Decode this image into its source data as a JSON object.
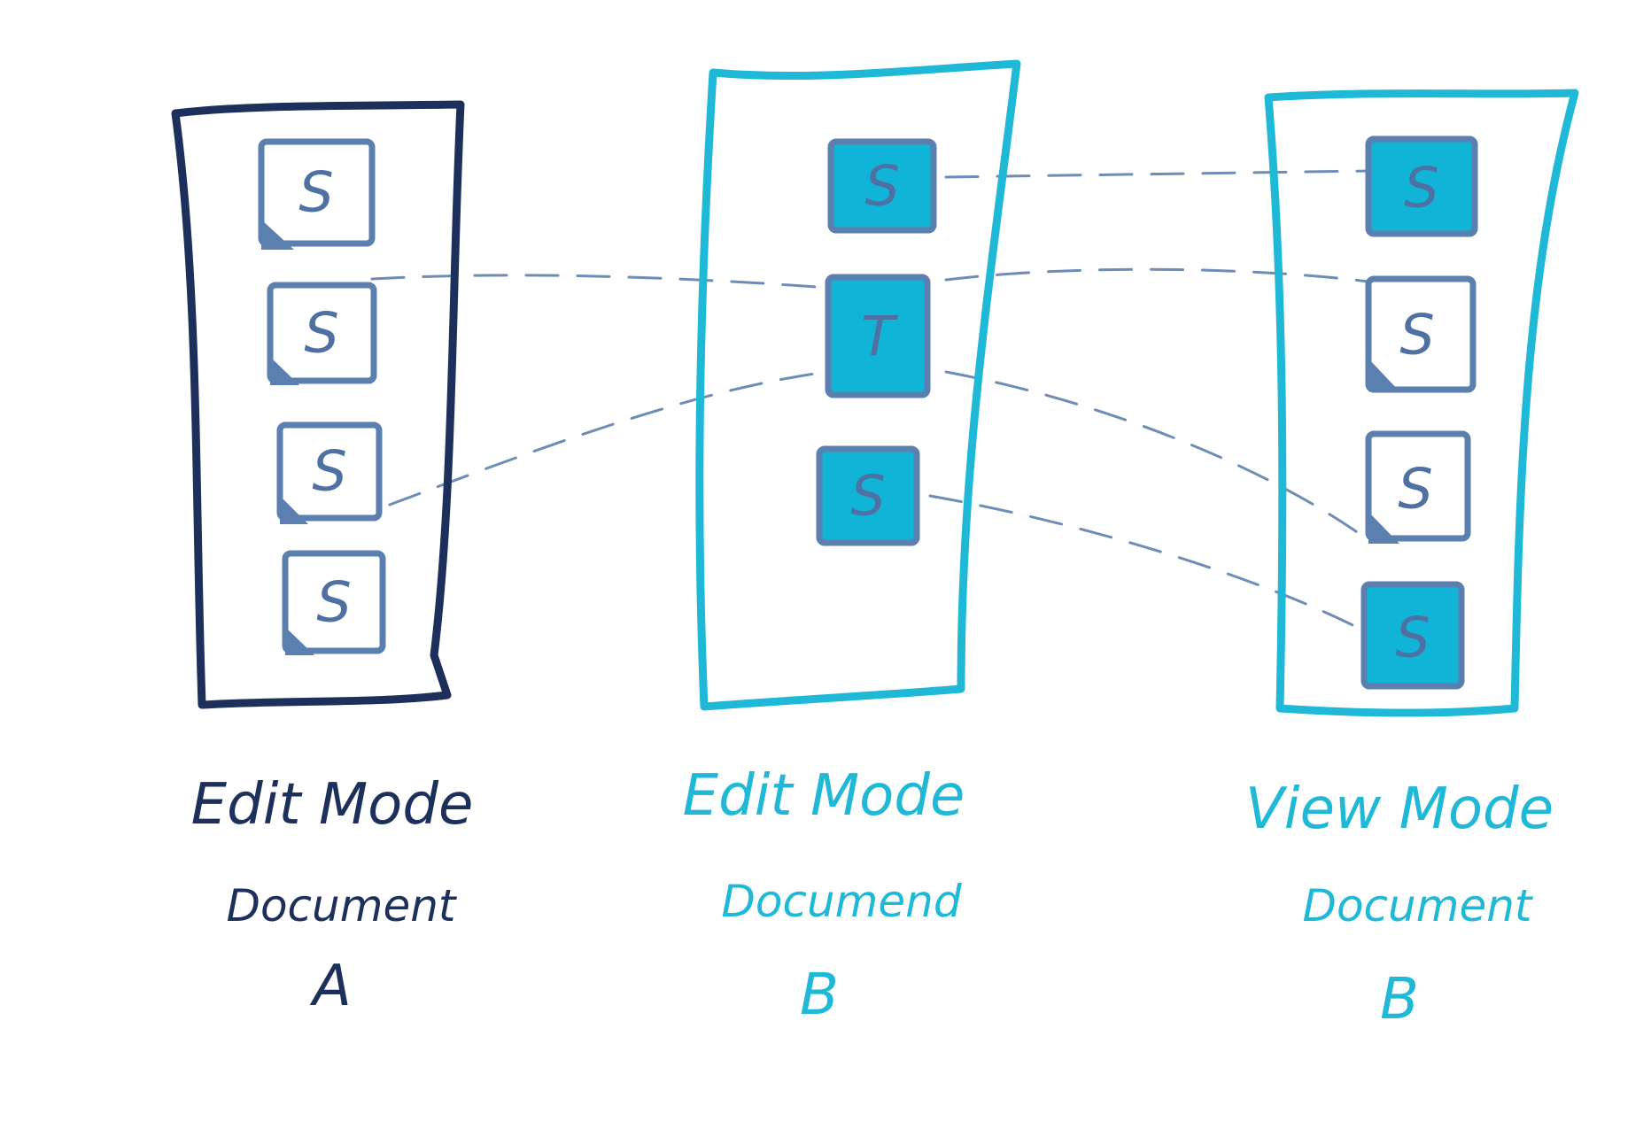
{
  "colors": {
    "docA": "#1d2f5b",
    "docB": "#1fb8d6",
    "tile_stroke": "#5b7fae",
    "tile_glyph": "#4f70a3",
    "tile_fill_active": "#10b4d6",
    "tile_fill_plain": "#ffffff",
    "link": "#6e8cb5"
  },
  "panels": [
    {
      "id": "edit-a",
      "title": "Edit Mode",
      "subtitle": "Document",
      "letter": "A",
      "color": "docA",
      "tiles": [
        {
          "label": "S",
          "filled": false
        },
        {
          "label": "S",
          "filled": false
        },
        {
          "label": "S",
          "filled": false
        },
        {
          "label": "S",
          "filled": false
        }
      ]
    },
    {
      "id": "edit-b",
      "title": "Edit Mode",
      "subtitle": "Documend",
      "letter": "B",
      "color": "docB",
      "tiles": [
        {
          "label": "S",
          "filled": true
        },
        {
          "label": "T",
          "filled": true
        },
        {
          "label": "S",
          "filled": true
        }
      ]
    },
    {
      "id": "view-b",
      "title": "View Mode",
      "subtitle": "Document",
      "letter": "B",
      "color": "docB",
      "tiles": [
        {
          "label": "S",
          "filled": true
        },
        {
          "label": "S",
          "filled": false
        },
        {
          "label": "S",
          "filled": false
        },
        {
          "label": "S",
          "filled": true
        }
      ]
    }
  ]
}
